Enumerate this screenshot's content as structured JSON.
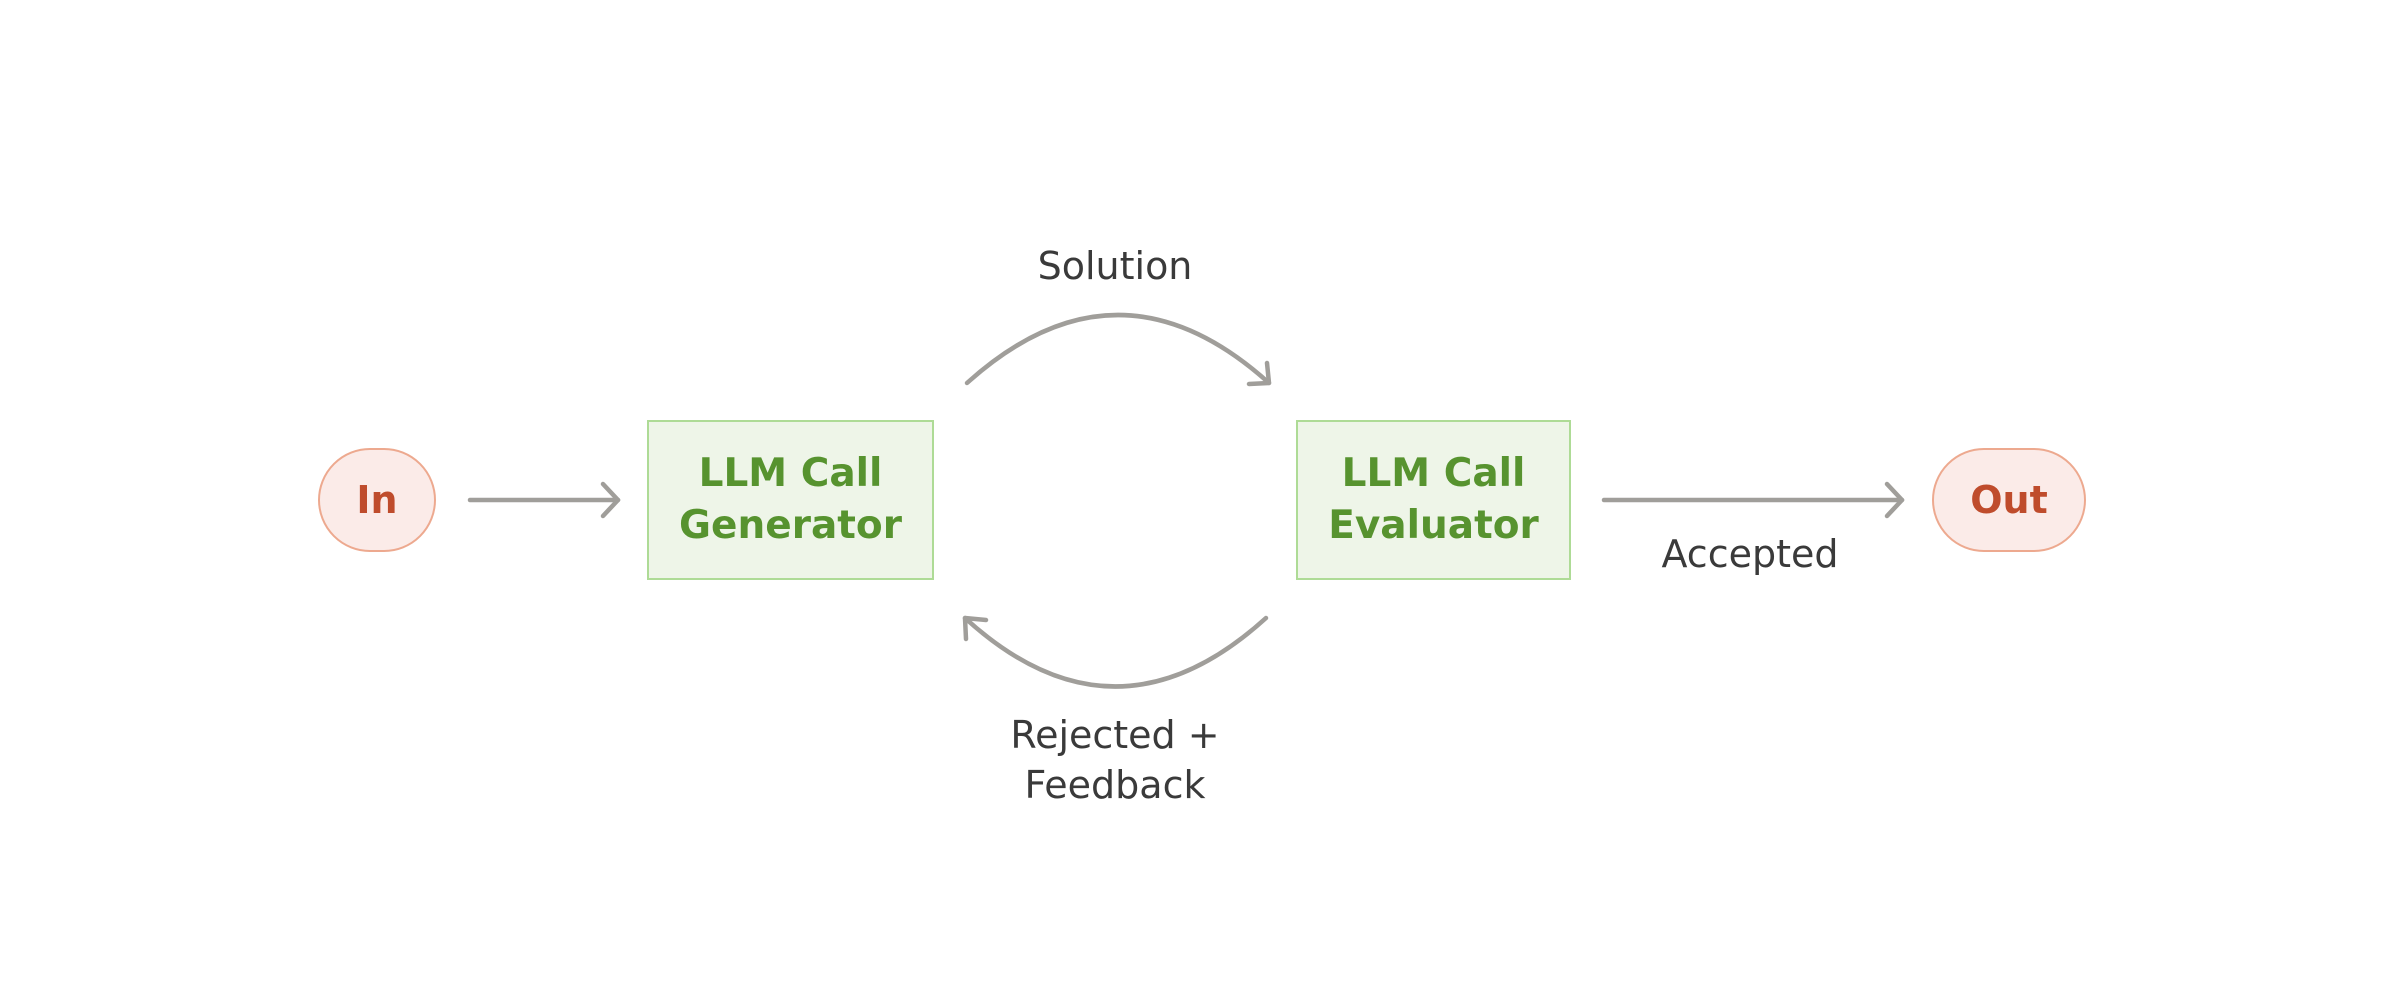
{
  "nodes": {
    "input": "In",
    "generator": {
      "line1": "LLM Call",
      "line2": "Generator"
    },
    "evaluator": {
      "line1": "LLM Call",
      "line2": "Evaluator"
    },
    "output": "Out"
  },
  "edges": {
    "solution": "Solution",
    "rejected": {
      "line1": "Rejected +",
      "line2": "Feedback"
    },
    "accepted": "Accepted"
  },
  "colors": {
    "terminal_fill": "#fbebe8",
    "terminal_stroke": "#eda98f",
    "terminal_text": "#bf4c2c",
    "llm_fill": "#eef5e8",
    "llm_stroke": "#aedb96",
    "llm_text": "#57932f",
    "arrow": "#a09e9a",
    "label_text": "#3a3a3a"
  }
}
